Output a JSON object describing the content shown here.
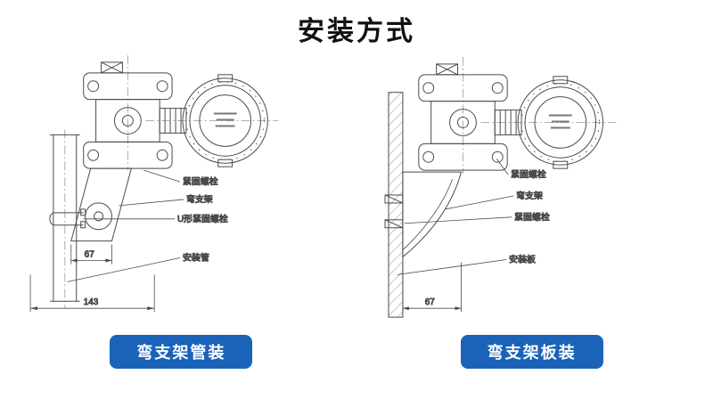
{
  "page": {
    "title": "安装方式"
  },
  "colors": {
    "accent": "#1a63b8",
    "line": "#4a4a4a",
    "caption_text": "#ffffff"
  },
  "figures": [
    {
      "caption": "弯支架管装",
      "annotations": [
        "紧固螺栓",
        "弯支架",
        "U形紧固螺栓",
        "安装管"
      ],
      "dims": [
        "67",
        "143"
      ]
    },
    {
      "caption": "弯支架板装",
      "annotations": [
        "紧固螺栓",
        "弯支架",
        "紧固螺栓",
        "安装板"
      ],
      "dims": [
        "67"
      ]
    }
  ]
}
